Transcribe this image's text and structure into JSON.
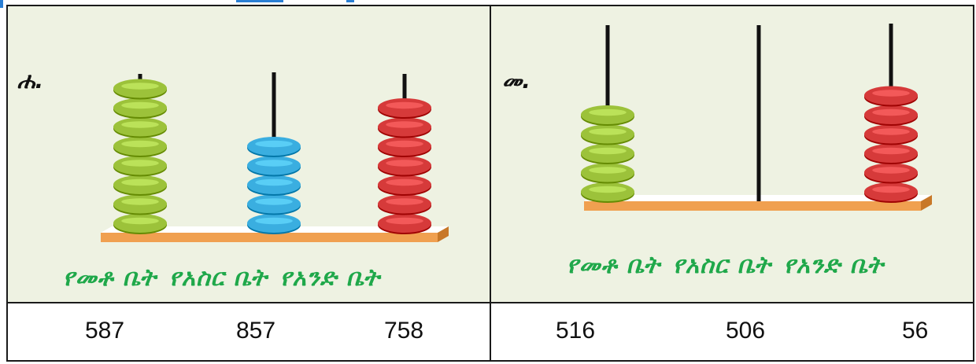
{
  "panel_a": {
    "letter": "ሐ.",
    "place_labels": [
      "የመቶ ቤት",
      "የአስር ቤት",
      "የአንድ ቤት"
    ],
    "bead_counts": {
      "hundreds": 8,
      "tens": 5,
      "ones": 7
    },
    "options": [
      "587",
      "857",
      "758"
    ]
  },
  "panel_b": {
    "letter": "መ.",
    "place_labels": [
      "የመቶ ቤት",
      "የአስር ቤት",
      "የአንድ ቤት"
    ],
    "bead_counts": {
      "hundreds": 5,
      "tens": 0,
      "ones": 6
    },
    "options": [
      "516",
      "506",
      "56"
    ]
  },
  "colors": {
    "hundreds_bead": "#9cc23a",
    "tens_bead": "#3aaee0",
    "ones_bead": "#d63a3a",
    "base": "#f0a050",
    "label_green": "#1fa84a"
  }
}
